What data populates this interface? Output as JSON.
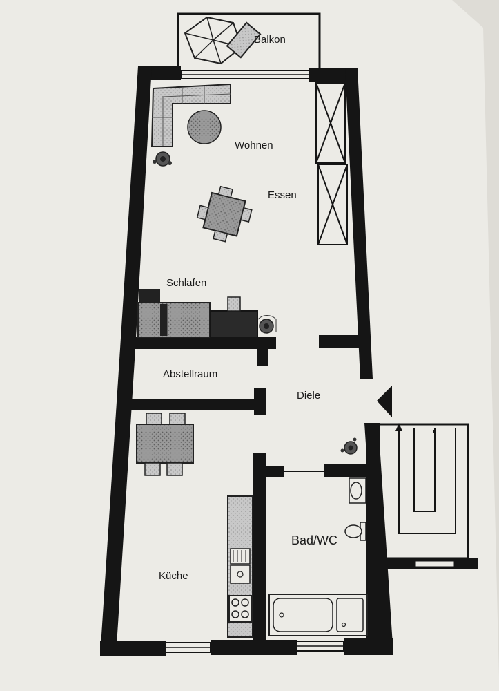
{
  "plan": {
    "rooms": {
      "balkon": "Balkon",
      "wohnen": "Wohnen",
      "essen": "Essen",
      "schlafen": "Schlafen",
      "abstellraum": "Abstellraum",
      "diele": "Diele",
      "kueche": "Küche",
      "bad": "Bad/WC"
    },
    "colors": {
      "wall": "#151515",
      "paper": "#ecebe6",
      "furniture": "#8e8e8e",
      "background": "#8a7350"
    }
  }
}
